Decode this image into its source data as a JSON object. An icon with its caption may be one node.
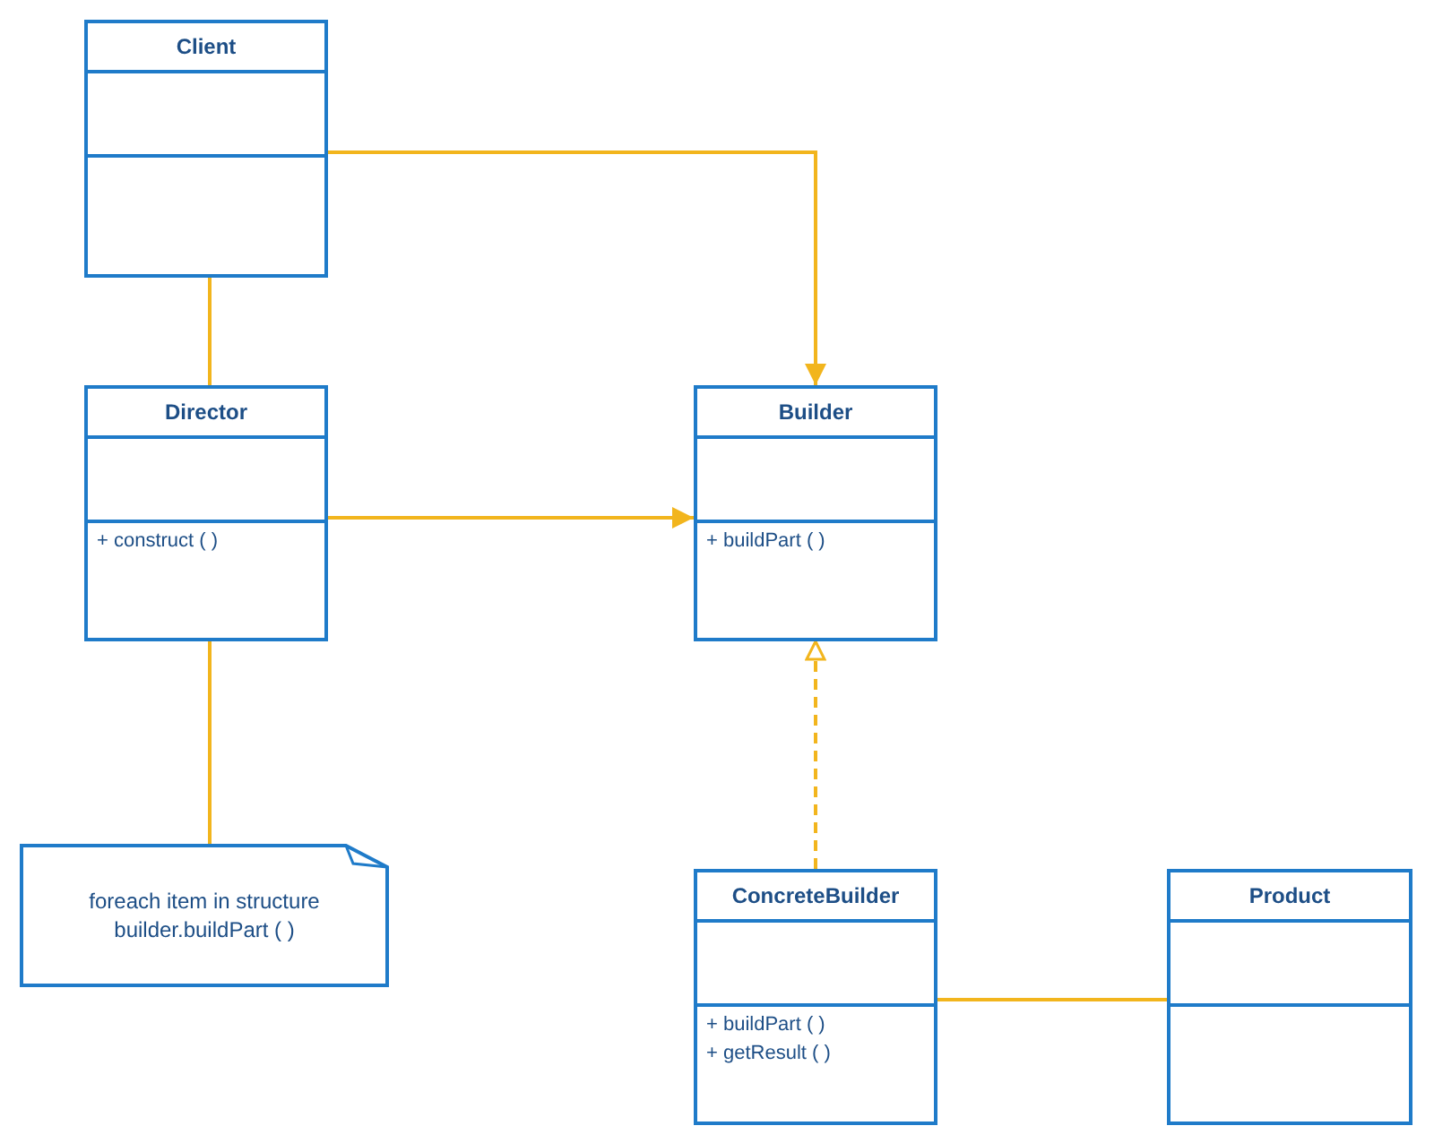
{
  "diagram": {
    "nodes": [
      {
        "text": [
          "Client"
        ]
      },
      {
        "text": [
          "Director",
          "+ construct ( )"
        ]
      },
      {
        "text": [
          "Builder",
          "+ buildPart ( )"
        ]
      },
      {
        "text": [
          "foreach item in structure builder.buildPart ( )"
        ]
      },
      {
        "text": [
          "ConcreteBuilder",
          "+ buildPart ( )",
          "+ getResult ( )"
        ]
      },
      {
        "text": [
          "Product"
        ]
      }
    ],
    "edges": [
      {
        "from": 0,
        "to": 2,
        "arrow": "to"
      },
      {
        "from": 0,
        "to": 1,
        "arrow": "none"
      },
      {
        "from": 1,
        "to": 2,
        "arrow": "to"
      },
      {
        "from": 1,
        "to": 3,
        "arrow": "none"
      },
      {
        "from": 4,
        "to": 2,
        "arrow": "to",
        "style": "dashed"
      },
      {
        "from": 4,
        "to": 5,
        "arrow": "none"
      }
    ]
  }
}
